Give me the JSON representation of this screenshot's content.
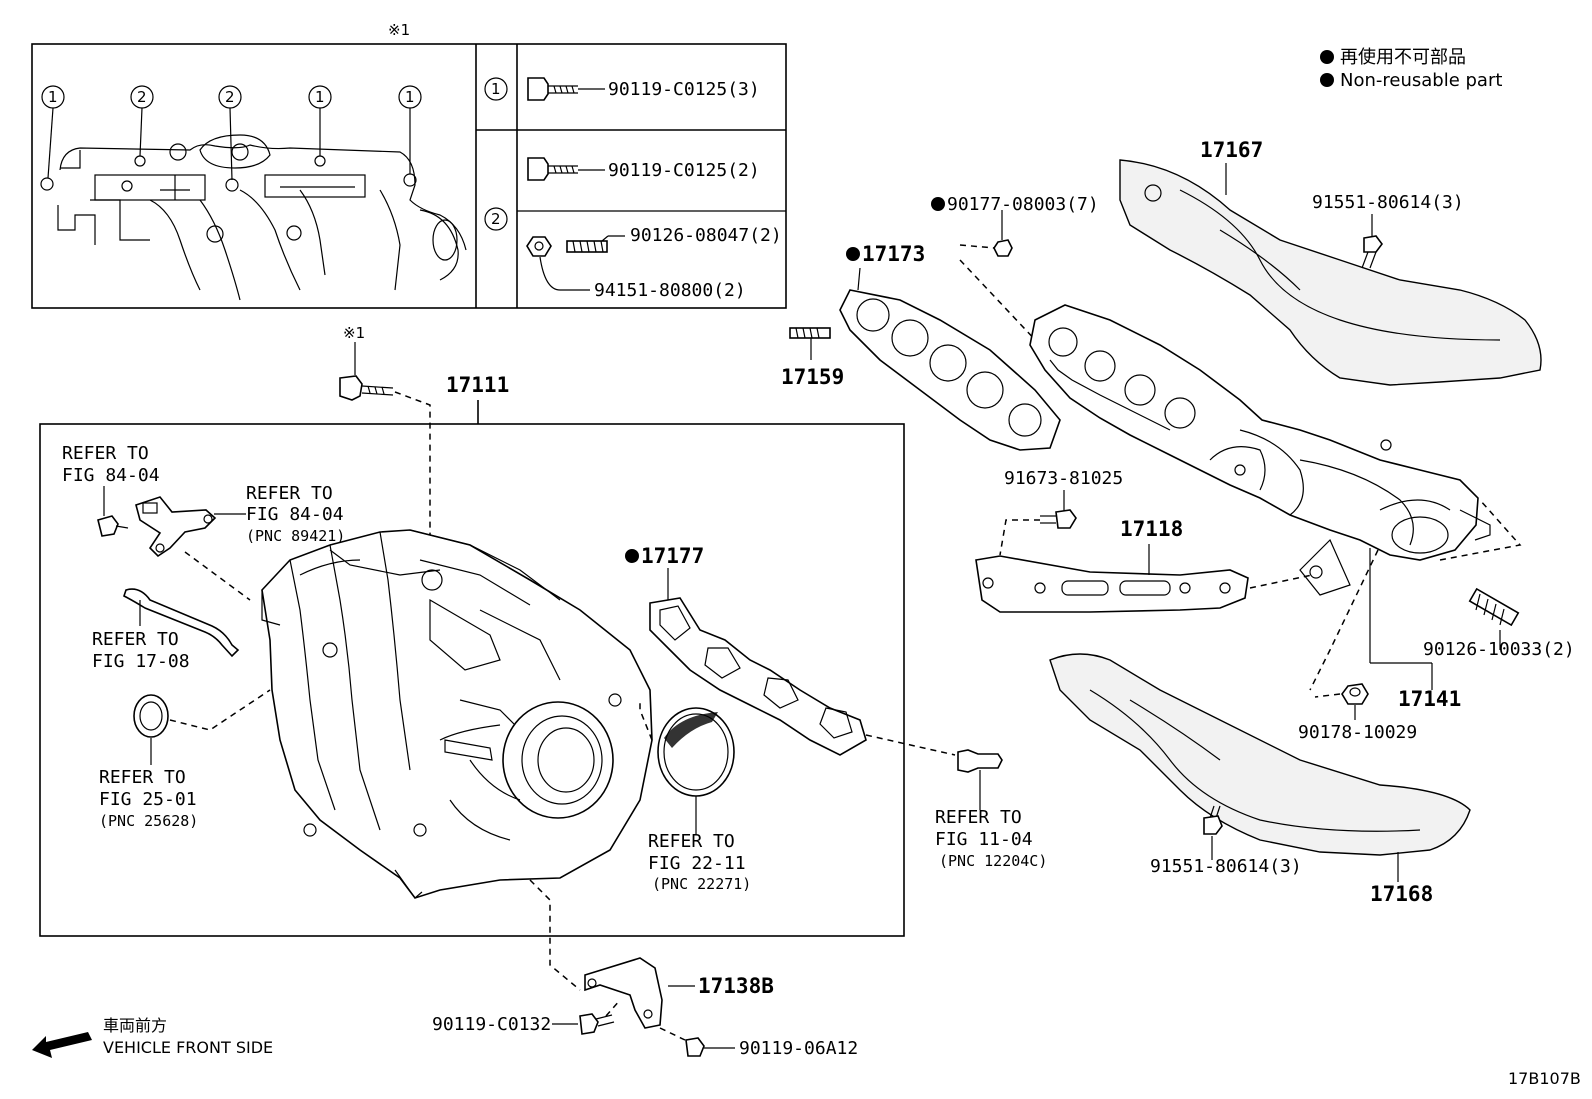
{
  "legend": {
    "japanese": "再使用不可部品",
    "english": "Non-reusable part"
  },
  "inset": {
    "note_mark": "※1",
    "bolt_positions": [
      "1",
      "2",
      "2",
      "1",
      "1"
    ],
    "rows": [
      {
        "circle": "1",
        "parts": [
          "90119-C0125(3)"
        ]
      },
      {
        "circle": "2",
        "parts": [
          "90119-C0125(2)",
          "90126-08047(2)",
          "94151-80800(2)"
        ]
      }
    ]
  },
  "note_mark_2": "※1",
  "parts": {
    "p17111": "17111",
    "p17159": "17159",
    "p17173": "17173",
    "p90177": "90177-08003(7)",
    "p17167": "17167",
    "p91551a": "91551-80614(3)",
    "p91673": "91673-81025",
    "p17118": "17118",
    "p17177": "17177",
    "p90126": "90126-10033(2)",
    "p17141": "17141",
    "p90178": "90178-10029",
    "p91551b": "91551-80614(3)",
    "p17168": "17168",
    "p17138b": "17138B",
    "p90119c": "90119-C0132",
    "p90119a": "90119-06A12"
  },
  "refs": {
    "r1": {
      "l1": "REFER TO",
      "l2": "FIG 84-04"
    },
    "r2": {
      "l1": "REFER TO",
      "l2": "FIG 84-04",
      "l3": "(PNC 89421)"
    },
    "r3": {
      "l1": "REFER TO",
      "l2": "FIG 17-08"
    },
    "r4": {
      "l1": "REFER TO",
      "l2": "FIG 25-01",
      "l3": "(PNC 25628)"
    },
    "r5": {
      "l1": "REFER TO",
      "l2": "FIG 22-11",
      "l3": "(PNC 22271)"
    },
    "r6": {
      "l1": "REFER TO",
      "l2": "FIG 11-04",
      "l3": "(PNC 12204C)"
    }
  },
  "front": {
    "japanese": "車両前方",
    "english": "VEHICLE FRONT SIDE"
  },
  "figure_id": "17B107B"
}
